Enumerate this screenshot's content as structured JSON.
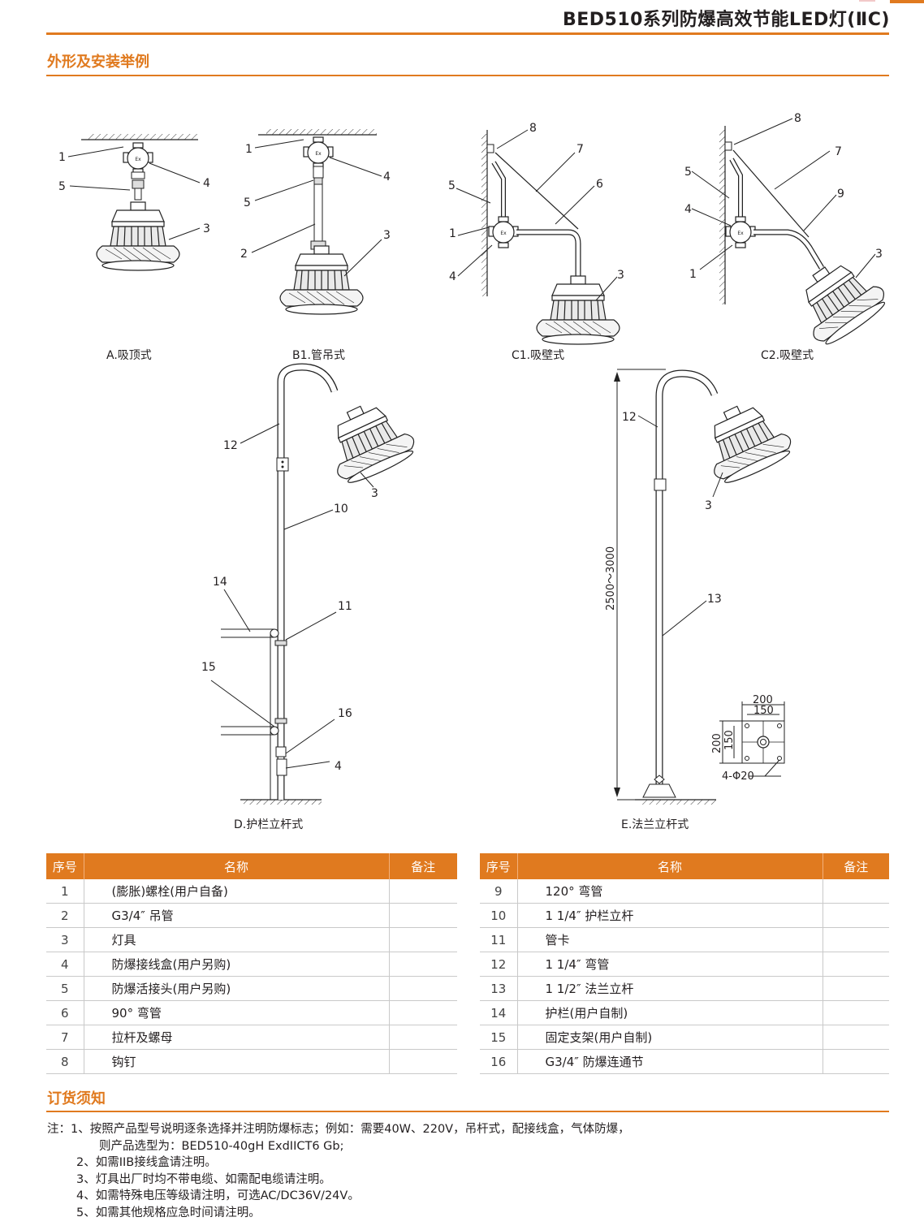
{
  "header": {
    "title": "BED510系列防爆高效节能LED灯(ⅡC)"
  },
  "sections": {
    "install": "外形及安装举例",
    "order": "订货须知"
  },
  "figure": {
    "captions": {
      "A": "A.吸顶式",
      "B1": "B1.管吊式",
      "C1": "C1.吸壁式",
      "C2": "C2.吸壁式",
      "D": "D.护栏立杆式",
      "E": "E.法兰立杆式"
    },
    "callouts": {
      "A": [
        "1",
        "5",
        "4",
        "3"
      ],
      "B1": [
        "1",
        "4",
        "5",
        "2",
        "3"
      ],
      "C1": [
        "8",
        "7",
        "6",
        "5",
        "1",
        "4",
        "3"
      ],
      "C2": [
        "8",
        "7",
        "5",
        "9",
        "4",
        "1",
        "3"
      ],
      "D": [
        "12",
        "3",
        "10",
        "14",
        "11",
        "15",
        "16",
        "4"
      ],
      "E": [
        "12",
        "3",
        "13"
      ]
    },
    "height_dim": "2500～3000",
    "flange_dims": {
      "outer_w": "200",
      "inner_w": "150",
      "outer_h": "200",
      "inner_h": "150",
      "holes": "4-Φ20"
    }
  },
  "parts_table": {
    "headers": {
      "num": "序号",
      "name": "名称",
      "note": "备注"
    },
    "left": [
      {
        "num": "1",
        "name": "(膨胀)螺栓(用户自备)",
        "note": ""
      },
      {
        "num": "2",
        "name": "G3/4″ 吊管",
        "note": ""
      },
      {
        "num": "3",
        "name": "灯具",
        "note": ""
      },
      {
        "num": "4",
        "name": "防爆接线盒(用户另购)",
        "note": ""
      },
      {
        "num": "5",
        "name": "防爆活接头(用户另购)",
        "note": ""
      },
      {
        "num": "6",
        "name": "90° 弯管",
        "note": ""
      },
      {
        "num": "7",
        "name": "拉杆及螺母",
        "note": ""
      },
      {
        "num": "8",
        "name": "钩钉",
        "note": ""
      }
    ],
    "right": [
      {
        "num": "9",
        "name": "120° 弯管",
        "note": ""
      },
      {
        "num": "10",
        "name": "1 1/4″ 护栏立杆",
        "note": ""
      },
      {
        "num": "11",
        "name": "管卡",
        "note": ""
      },
      {
        "num": "12",
        "name": "1 1/4″ 弯管",
        "note": ""
      },
      {
        "num": "13",
        "name": "1 1/2″ 法兰立杆",
        "note": ""
      },
      {
        "num": "14",
        "name": "护栏(用户自制)",
        "note": ""
      },
      {
        "num": "15",
        "name": "固定支架(用户自制)",
        "note": ""
      },
      {
        "num": "16",
        "name": "G3/4″ 防爆连通节",
        "note": ""
      }
    ]
  },
  "notes": [
    "注：1、按照产品型号说明逐条选择并注明防爆标志；例如：需要40W、220V，吊杆式，配接线盒，气体防爆，",
    "则产品选型为：BED510-40gH ExdIICT6 Gb;",
    "2、如需IIB接线盒请注明。",
    "3、灯具出厂时均不带电缆、如需配电缆请注明。",
    "4、如需特殊电压等级请注明，可选AC/DC36V/24V。",
    "5、如需其他规格应急时间请注明。"
  ]
}
